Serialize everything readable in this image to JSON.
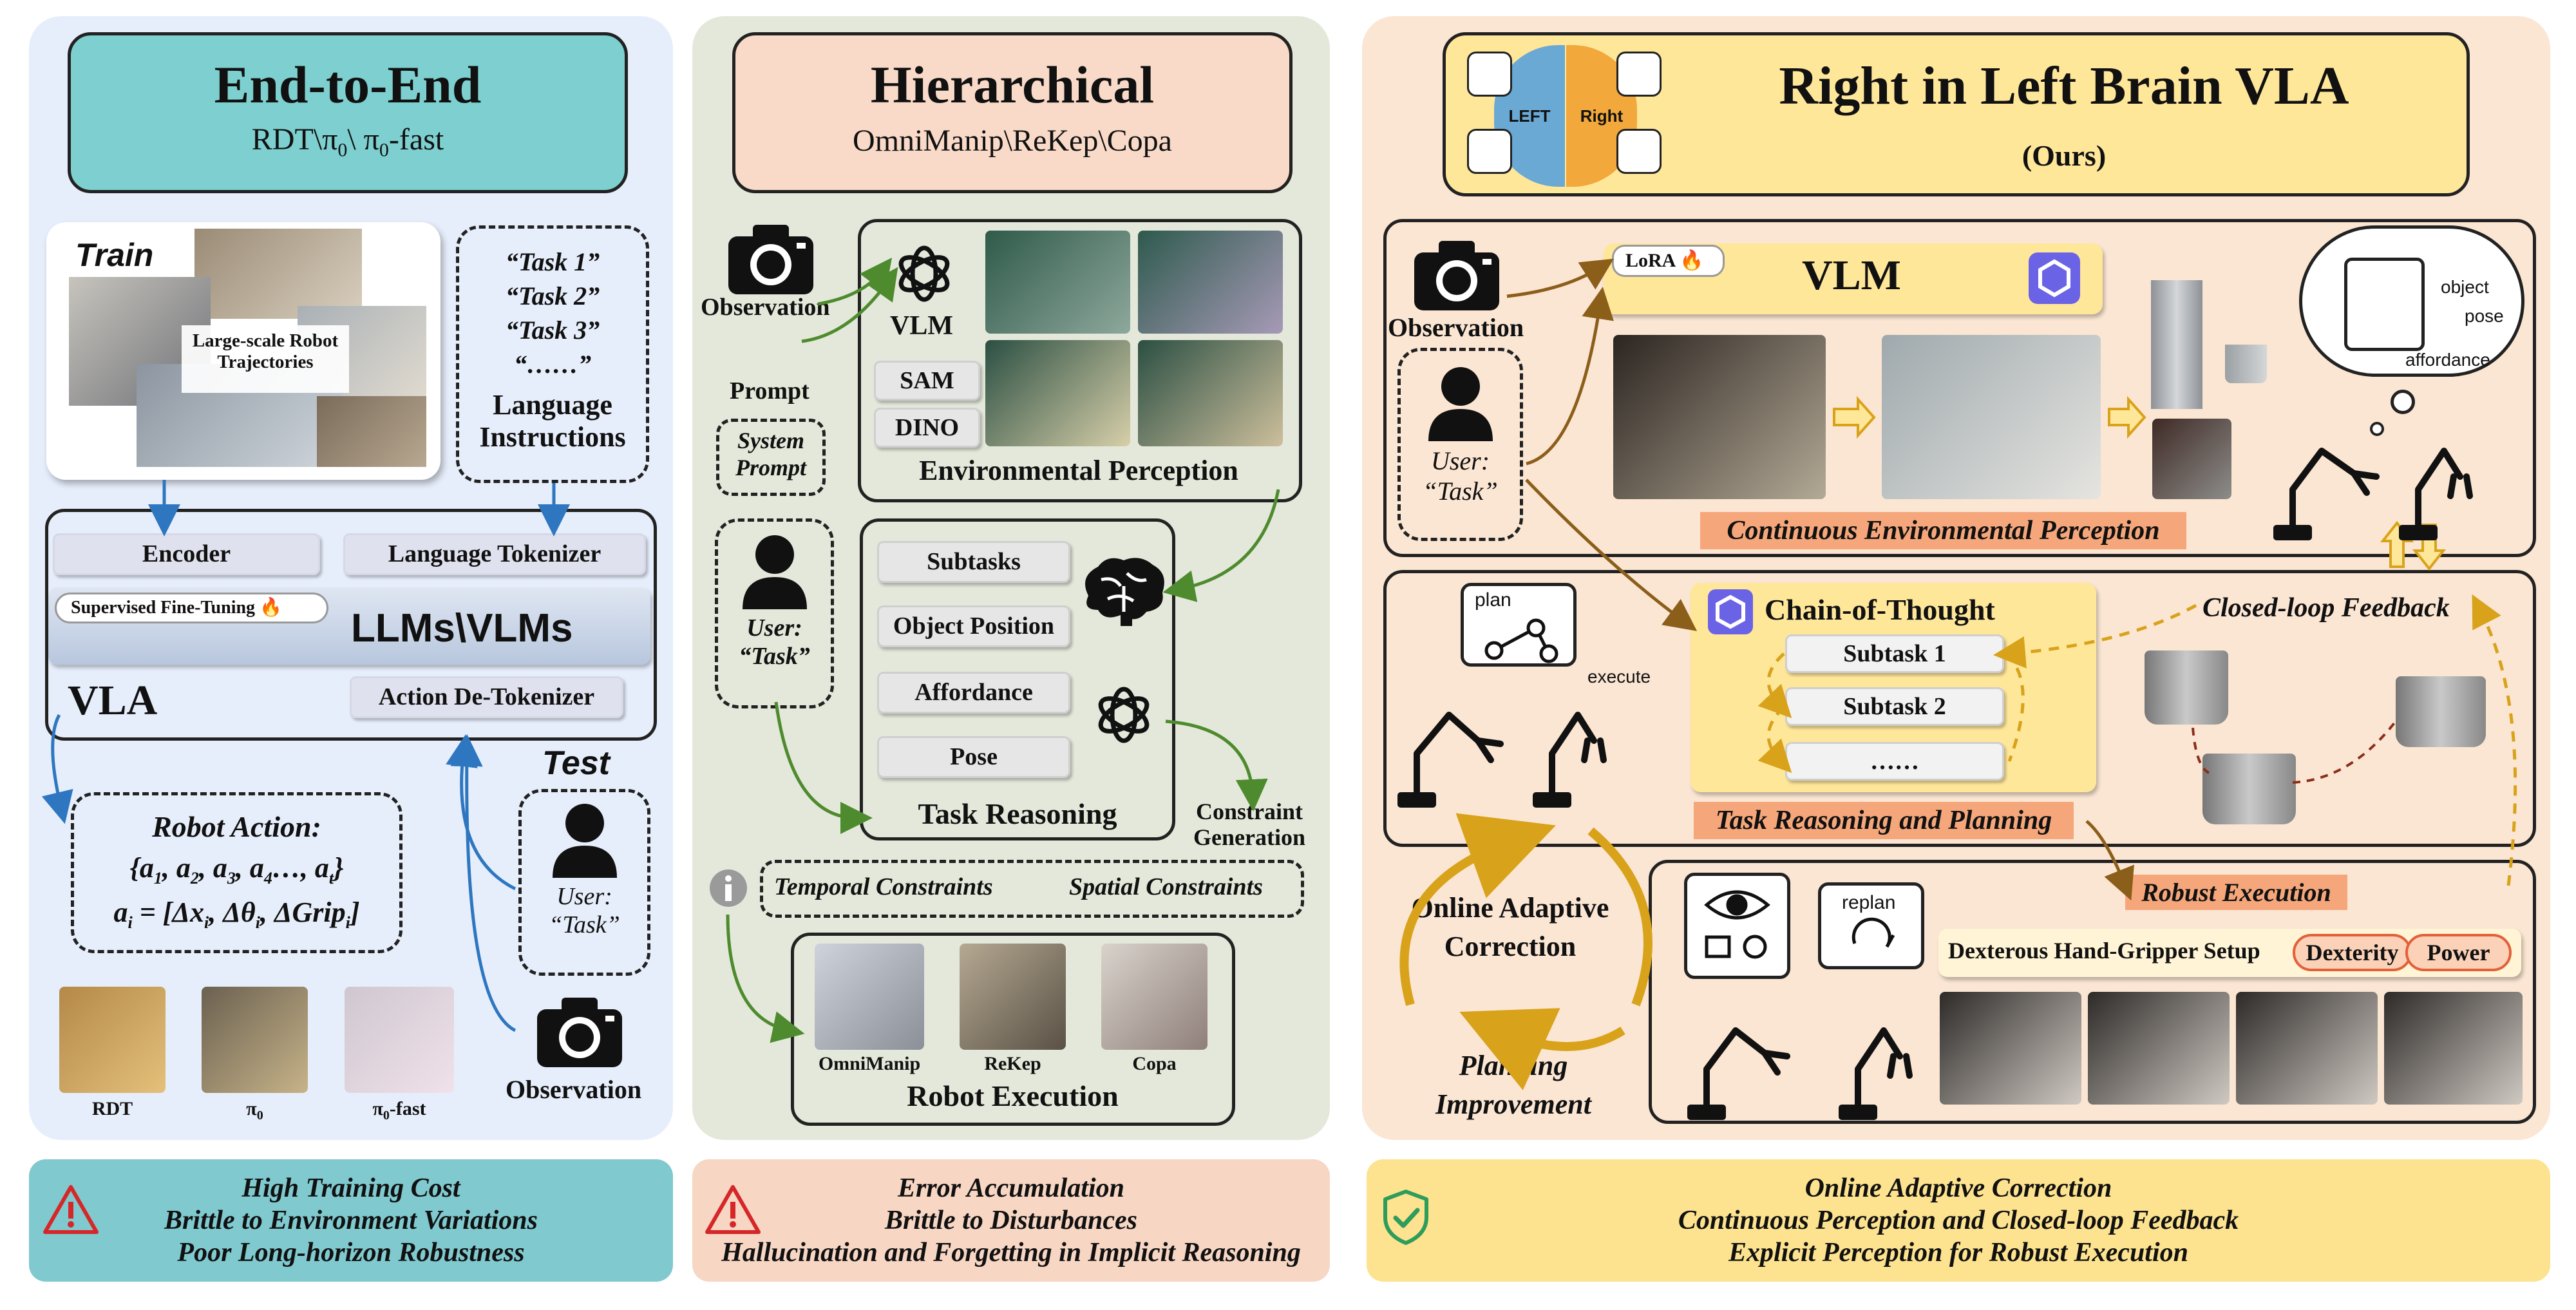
{
  "left": {
    "title": "End-to-End",
    "subtitle_prefix": "RDT\\π",
    "subtitle_mid": "\\ π",
    "subtitle_suffix": "-fast",
    "subscript": "0",
    "train_label": "Train",
    "train_image_caption_line1": "Large-scale Robot",
    "train_image_caption_line2": "Trajectories",
    "tasks": [
      "“Task 1”",
      "“Task 2”",
      "“Task 3”",
      "“……”"
    ],
    "lang_instructions_line1": "Language",
    "lang_instructions_line2": "Instructions",
    "encoder": "Encoder",
    "tokenizer": "Language Tokenizer",
    "sft_label": "Supervised Fine-Tuning",
    "llms_label": "LLMs\\VLMs",
    "vla_label": "VLA",
    "detokenizer": "Action De-Tokenizer",
    "test_label": "Test",
    "robot_action_title": "Robot Action:",
    "robot_action_line1": "{a1, a2, a3, a4…, at}",
    "robot_action_line2": "ai = [Δxi, Δθi, ΔGripi]",
    "user_label": "User:",
    "user_task": "“Task”",
    "observation": "Observation",
    "models": [
      "RDT",
      "π0",
      "π0-fast"
    ],
    "footer": [
      "High Training Cost",
      "Brittle to Environment Variations",
      "Poor Long-horizon Robustness"
    ]
  },
  "middle": {
    "title": "Hierarchical",
    "subtitle": "OmniManip\\ReKep\\Copa",
    "observation": "Observation",
    "prompt": "Prompt",
    "system_prompt_line1": "System",
    "system_prompt_line2": "Prompt",
    "vlm": "VLM",
    "sam": "SAM",
    "dino": "DINO",
    "env_perception": "Environmental Perception",
    "user_label": "User:",
    "user_task": "“Task”",
    "reasoning_items": [
      "Subtasks",
      "Object Position",
      "Affordance",
      "Pose"
    ],
    "task_reasoning": "Task Reasoning",
    "constraint_gen_line1": "Constraint",
    "constraint_gen_line2": "Generation",
    "temporal": "Temporal Constraints",
    "spatial": "Spatial Constraints",
    "exec_labels": [
      "OmniManip",
      "ReKep",
      "Copa"
    ],
    "robot_execution": "Robot Execution",
    "footer": [
      "Error Accumulation",
      "Brittle to Disturbances",
      "Hallucination and Forgetting in Implicit Reasoning"
    ]
  },
  "right": {
    "title": "Right in Left Brain VLA",
    "subtitle": "(Ours)",
    "brain_left": "LEFT",
    "brain_right": "Right",
    "observation": "Observation",
    "user_label": "User:",
    "user_task": "“Task”",
    "lora": "LoRA",
    "vlm": "VLM",
    "cloud_labels": [
      "object",
      "pose",
      "affordance"
    ],
    "cep": "Continuous Environmental Perception",
    "plan": "plan",
    "execute": "execute",
    "cot": "Chain-of-Thought",
    "subtasks": [
      "Subtask 1",
      "Subtask 2",
      "……"
    ],
    "closed_loop": "Closed-loop Feedback",
    "trp": "Task Reasoning and Planning",
    "oac_line1": "Online Adaptive",
    "oac_line2": "Correction",
    "planning_line1": "Planning",
    "planning_line2": "Improvement",
    "replan": "replan",
    "robust": "Robust Execution",
    "dexterous_setup": "Dexterous Hand-Gripper Setup",
    "dexterity": "Dexterity",
    "power": "Power",
    "footer": [
      "Online Adaptive Correction",
      "Continuous Perception and Closed-loop Feedback",
      "Explicit Perception for Robust Execution"
    ]
  },
  "colors": {
    "left_bg": "#e7eefb",
    "middle_bg": "#e4e8da",
    "right_bg": "#fbe6d3",
    "teal": "#7ecfcf",
    "peach": "#f9dac8",
    "yellow": "#ffe79a",
    "orange_label": "#f5a77b",
    "accent_blue": "#2e77c0",
    "accent_green": "#4e8b2e",
    "accent_gold": "#d9a21b",
    "footer_left": "#7fc9cf",
    "footer_mid": "#f7d6c4",
    "footer_right": "#fde38f"
  }
}
